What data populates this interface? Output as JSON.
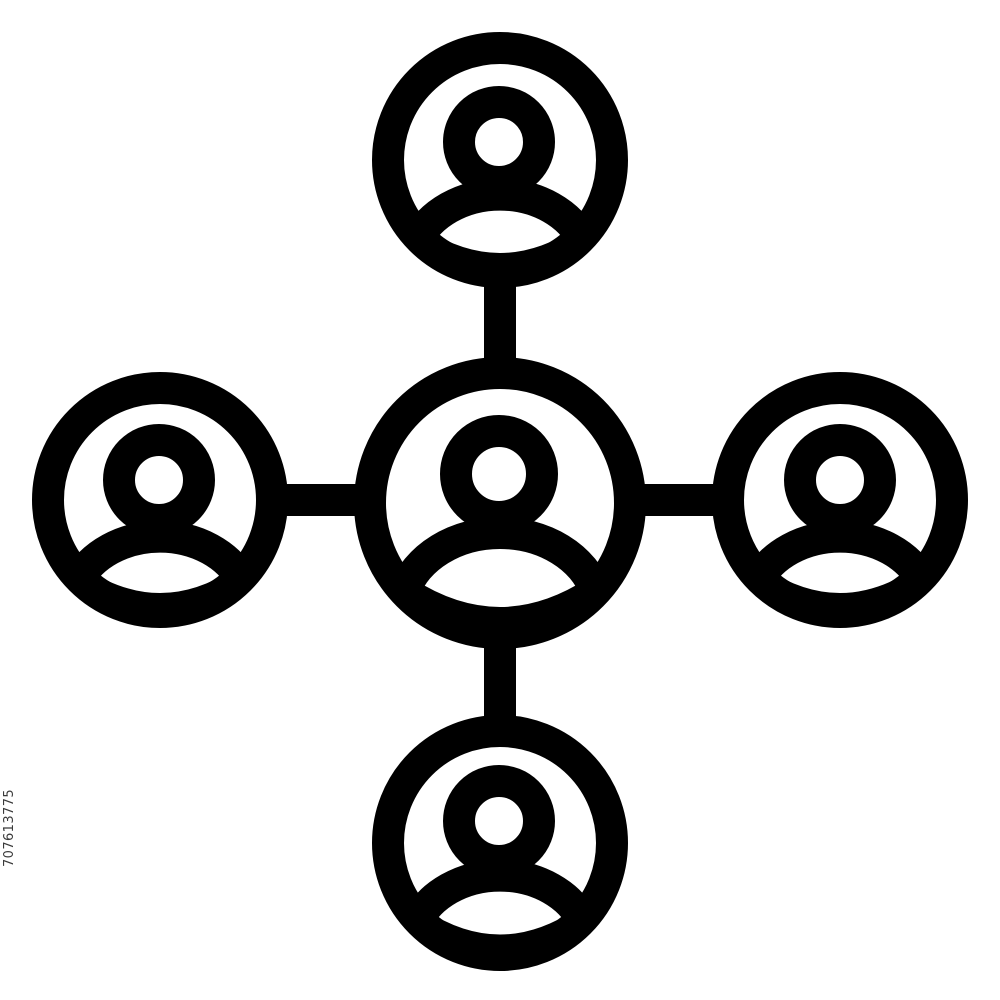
{
  "icon": {
    "name": "team-network-icon",
    "stroke_color": "#000000",
    "background": "#ffffff"
  },
  "nodes": [
    {
      "role": "center",
      "icon": "user-icon"
    },
    {
      "role": "top",
      "icon": "user-icon"
    },
    {
      "role": "left",
      "icon": "user-icon"
    },
    {
      "role": "right",
      "icon": "user-icon"
    },
    {
      "role": "bottom",
      "icon": "user-icon"
    }
  ],
  "watermark": {
    "stock_id": "707613775"
  }
}
